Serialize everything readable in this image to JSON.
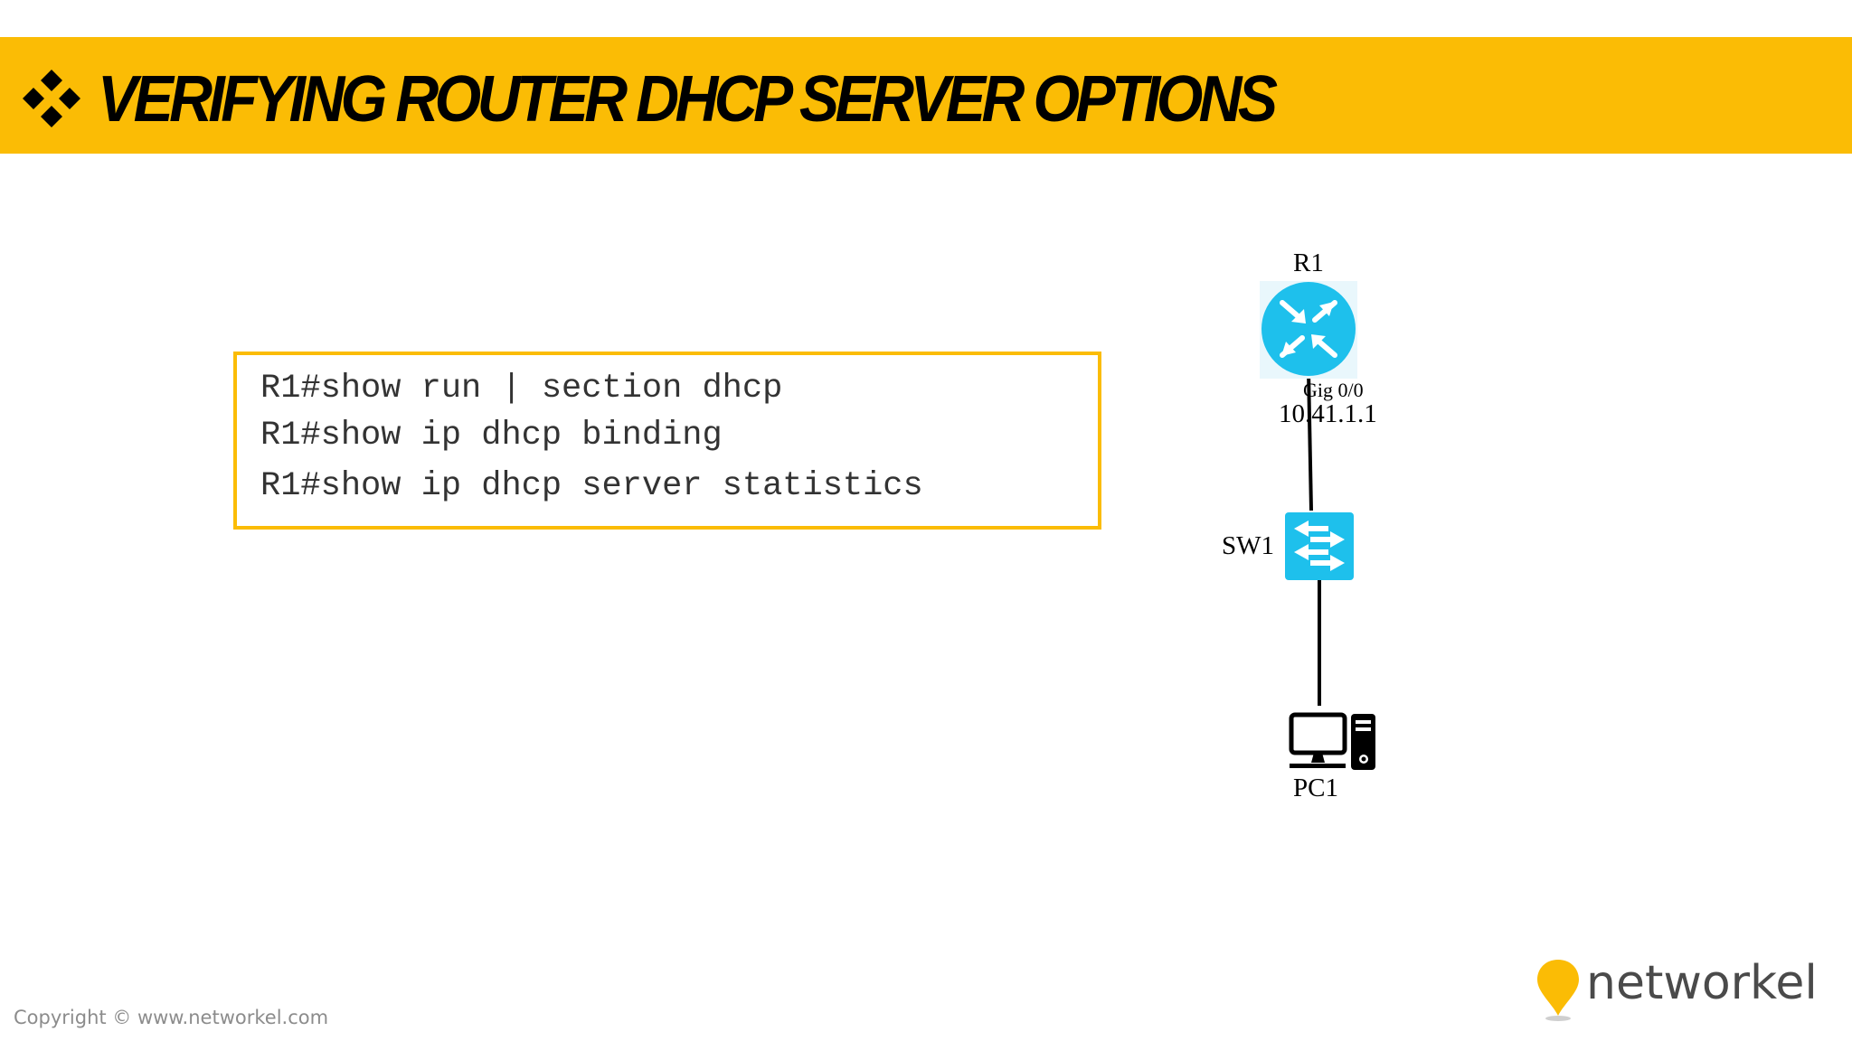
{
  "slide": {
    "title": "VERIFYING ROUTER DHCP SERVER OPTIONS",
    "title_icon": "four-diamond-bullet-icon"
  },
  "commands": [
    "R1#show run | section dhcp",
    "R1#show ip dhcp binding",
    "R1#show ip dhcp server statistics"
  ],
  "topology": {
    "router": {
      "name": "R1",
      "interface": "Gig 0/0",
      "ip": "10.41.1.1",
      "icon": "router-icon"
    },
    "switch": {
      "name": "SW1",
      "icon": "switch-icon"
    },
    "pc": {
      "name": "PC1",
      "icon": "desktop-pc-icon"
    }
  },
  "footer": {
    "copyright": "Copyright © www.networkel.com",
    "logo_text": "networkel",
    "logo_icon": "location-pin-icon"
  },
  "colors": {
    "accent": "#fbbc05",
    "device_blue": "#1ec0ec"
  }
}
